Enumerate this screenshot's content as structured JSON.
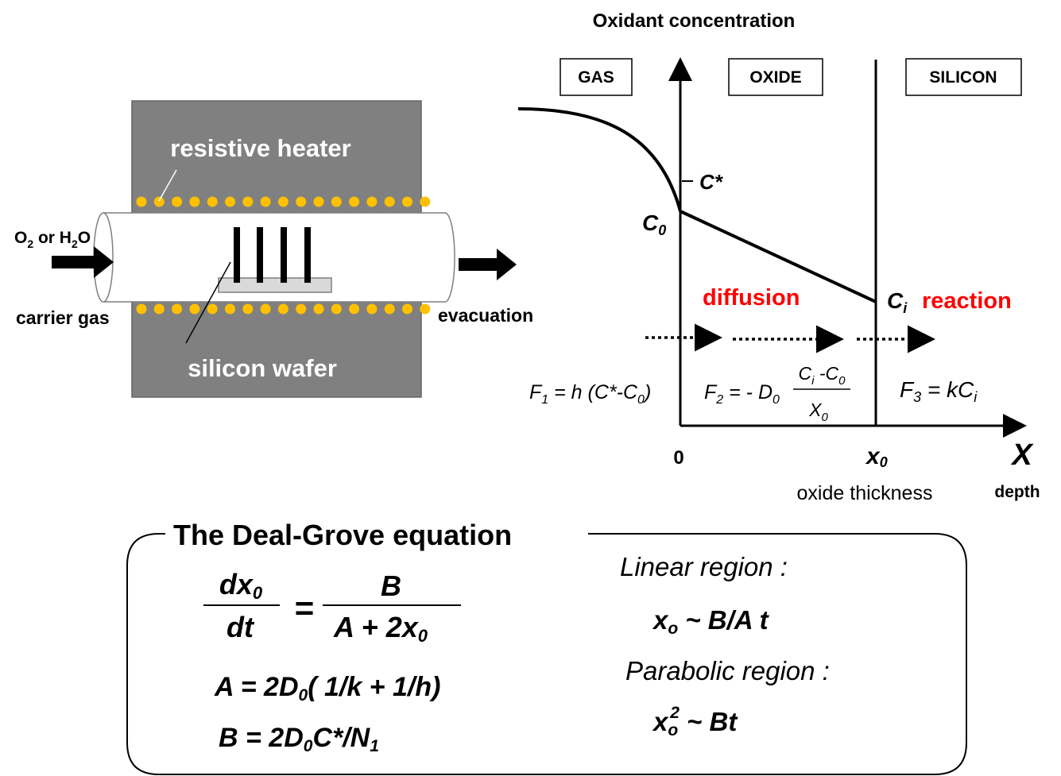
{
  "furnace": {
    "heater_label": "resistive heater",
    "wafer_label": "silicon wafer",
    "inlet_gas_base": "O",
    "inlet_gas_sub1": "2",
    "inlet_gas_mid": " or H",
    "inlet_gas_sub2": "2",
    "inlet_gas_end": "O",
    "carrier_label": "carrier gas",
    "outlet_label": "evacuation",
    "heater_color": "#808080",
    "dot_color": "#FFC000"
  },
  "profile": {
    "title": "Oxidant concentration",
    "regions": [
      "GAS",
      "OXIDE",
      "SILICON"
    ],
    "c_star": "C*",
    "c0_base": "C",
    "c0_sub": "0",
    "ci_base": "C",
    "ci_sub": "i",
    "diffusion_label": "diffusion",
    "reaction_label": "reaction",
    "accent_color": "#FF0000",
    "f1": {
      "lhs": "F",
      "sub": "1",
      "rhs_a": " = h (C*-C",
      "rhs_sub": "0",
      "rhs_b": ")"
    },
    "f2": {
      "lhs": "F",
      "sub": "2",
      "rhs_a": " = - D",
      "rhs_sub": "0",
      "num_a": "C",
      "num_sub_a": "i",
      "num_mid": " -C",
      "num_sub_b": "0",
      "den": "X",
      "den_sub": "0"
    },
    "f3": {
      "lhs": "F",
      "sub": "3",
      "rhs_a": " = kC",
      "rhs_sub": "i"
    },
    "origin_label": "0",
    "x0_base": "x",
    "x0_sub": "0",
    "x0_caption": "oxide thickness",
    "axis_x_label": "X",
    "axis_x_caption": "depth"
  },
  "equation_box": {
    "title": "The Deal-Grove equation",
    "lhs_num_base": "dx",
    "lhs_num_sub": "0",
    "lhs_den": "dt",
    "equals": "=",
    "rhs_num": "B",
    "rhs_den_base": "A + 2x",
    "rhs_den_sub": "0",
    "a_def_a": "A = 2D",
    "a_def_sub": "0",
    "a_def_b": "( 1/k + 1/h)",
    "b_def_a": "B = 2D",
    "b_def_sub1": "0",
    "b_def_b": "C*/N",
    "b_def_sub2": "1",
    "linear_title": "Linear region :",
    "linear_eq_a": "x",
    "linear_eq_sub": "o",
    "linear_eq_b": " ~ B/A  t",
    "parabolic_title": "Parabolic region :",
    "parabolic_eq_a": "x",
    "parabolic_eq_sub": "o",
    "parabolic_eq_sup": "2",
    "parabolic_eq_b": " ~ Bt"
  }
}
